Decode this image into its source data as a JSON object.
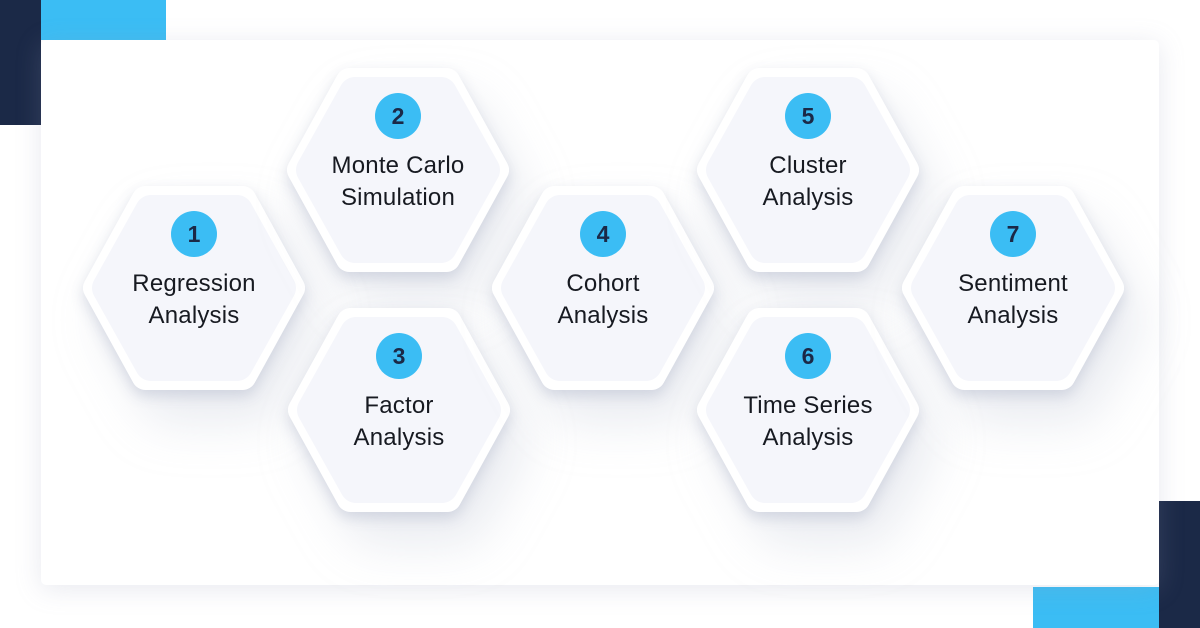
{
  "colors": {
    "accent_cyan": "#3bbdf4",
    "navy": "#1b2947",
    "card_background": "#ffffff",
    "page_background": "#ffffff",
    "hexagon_fill": "#f5f6fb",
    "hexagon_border": "#ffffff",
    "label_text": "#171a21",
    "badge_text": "#1b2947"
  },
  "diagram": {
    "type": "hexagon-steps-infographic",
    "steps": [
      {
        "number": "1",
        "label": "Regression Analysis",
        "lines": [
          "Regression",
          "Analysis"
        ]
      },
      {
        "number": "2",
        "label": "Monte Carlo Simulation",
        "lines": [
          "Monte Carlo",
          "Simulation"
        ]
      },
      {
        "number": "3",
        "label": "Factor Analysis",
        "lines": [
          "Factor",
          "Analysis"
        ]
      },
      {
        "number": "4",
        "label": "Cohort Analysis",
        "lines": [
          "Cohort",
          "Analysis"
        ]
      },
      {
        "number": "5",
        "label": "Cluster Analysis",
        "lines": [
          "Cluster",
          "Analysis"
        ]
      },
      {
        "number": "6",
        "label": "Time Series Analysis",
        "lines": [
          "Time Series",
          "Analysis"
        ]
      },
      {
        "number": "7",
        "label": "Sentiment Analysis",
        "lines": [
          "Sentiment",
          "Analysis"
        ]
      }
    ]
  }
}
